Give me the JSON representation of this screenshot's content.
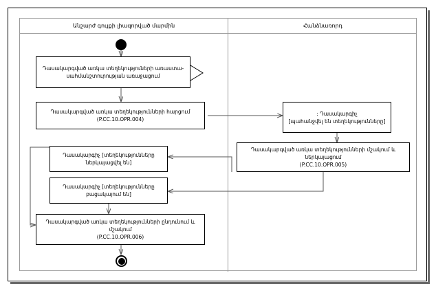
{
  "diagram": {
    "type": "uml-activity-diagram-with-swimlanes",
    "lanes": [
      {
        "id": "lane-left",
        "title": "Անշարժ գույքի լիազորված մարմին"
      },
      {
        "id": "lane-right",
        "title": "Հանձնառորդ"
      }
    ],
    "nodes": [
      {
        "id": "initial",
        "kind": "initial-node",
        "lane": "lane-left",
        "label": ""
      },
      {
        "id": "activity-request-prep",
        "kind": "send-signal-action",
        "lane": "lane-left",
        "label": "Դասակարգված առկա տեղեկությունների առկա-սա\nսահմանշտուրման առաջացում",
        "label_line1": "Դասակարգված առկա տեղեկություների առաստա-",
        "label_line2": "սահմանշտուրության առաջացում",
        "marker": "send-signal-triangle"
      },
      {
        "id": "activity-opr-004",
        "kind": "activity",
        "lane": "lane-left",
        "label_line1": "Դասակարգված առկա տեղեկությունների հարցում",
        "label_line2": "(P.CC.10.OPR.004)",
        "code": "P.CC.10.OPR.004"
      },
      {
        "id": "state-classifier-requested",
        "kind": "object-node",
        "lane": "lane-right",
        "label_line1": ": Դասակարգիչ",
        "label_line2": "[պահանջվել են տեղեկությունները]"
      },
      {
        "id": "activity-opr-005",
        "kind": "activity",
        "lane": "lane-right",
        "label_line1": "Դասակարգված առկա տեղեկությունների մշակում և ներկայացում",
        "label_line2": "(P.CC.10.OPR.005)",
        "code": "P.CC.10.OPR.005"
      },
      {
        "id": "state-classifier-presented",
        "kind": "object-node",
        "lane": "lane-left",
        "label_line1": "Դասակարգիչ [տեղեկությունները",
        "label_line2": "ներկայացվել են]"
      },
      {
        "id": "state-classifier-absent",
        "kind": "object-node",
        "lane": "lane-left",
        "label_line1": "Դասակարգիչ [տեղեկությունները",
        "label_line2": "բացակայում են]"
      },
      {
        "id": "activity-opr-006",
        "kind": "activity",
        "lane": "lane-left",
        "label_line1": "Դասակարգված առկա տեղեկությունների ընդունում և մշակում",
        "label_line2": "(P.CC.10.OPR.006)",
        "code": "P.CC.10.OPR.006"
      },
      {
        "id": "final",
        "kind": "final-node",
        "lane": "lane-left",
        "label": ""
      }
    ],
    "edges": [
      {
        "from": "initial",
        "to": "activity-request-prep"
      },
      {
        "from": "activity-request-prep",
        "to": "activity-opr-004"
      },
      {
        "from": "activity-opr-004",
        "to": "state-classifier-requested"
      },
      {
        "from": "state-classifier-requested",
        "to": "activity-opr-005"
      },
      {
        "from": "activity-opr-005",
        "to": "state-classifier-presented"
      },
      {
        "from": "activity-opr-005",
        "to": "state-classifier-absent"
      },
      {
        "from": "state-classifier-presented",
        "to": "activity-opr-006"
      },
      {
        "from": "state-classifier-absent",
        "to": "activity-opr-006"
      },
      {
        "from": "activity-opr-006",
        "to": "final"
      }
    ]
  },
  "colors": {
    "line": "#000000",
    "lane_border": "#9a9a9a",
    "edge": "#555555",
    "background": "#ffffff",
    "shadow": "#6b6b6b"
  }
}
